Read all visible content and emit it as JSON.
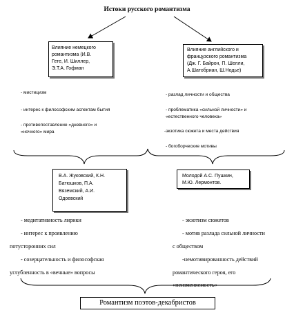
{
  "title": "Истоки русского романтизма",
  "german": {
    "lines": "Влияние немецкого\nромантизма (И.В.\nГете, И. Шиллер,\nЭ.Т.А. Гофман"
  },
  "english": {
    "lines": "Влияние английского и\nфранцузского романтизма\n(Дж. Г. Байрон, П. Шелли,\nА.Шатобриан, Ш.Нодье)"
  },
  "left_features": [
    "- мистицизм",
    "- интерес к философским аспектам бытия",
    "- противопоставление «дневного» и",
    "«ночного» мира"
  ],
  "right_features": [
    "- разлад личности и общества",
    "- проблематика «сильной личности» и",
    "«естественного человека»",
    "-экзотика сюжета и места действия",
    "- богоборческие мотивы"
  ],
  "zhukovsky": {
    "lines": "В.А. Жуковский, К.Н.\nБатюшков, П.А.\nВяземский, А.И.\nОдоевский"
  },
  "pushkin": {
    "lines": "Молодой А.С. Пушкин,\nМ.Ю. Лермонтов."
  },
  "left_lower": [
    "- медитативность лирики",
    "- интерес к проявлению",
    "потусторонних сил",
    "- созерцательность и философская",
    "углубленность в «вечные» вопросы"
  ],
  "right_lower": [
    "- экзотизм сюжетов",
    "- мотив разлада сильной личности",
    "с обществом",
    "-немотивированность  действий",
    "романтического героя, его",
    "«неизменяемость»"
  ],
  "final": "Романтизм поэтов-декабристов"
}
